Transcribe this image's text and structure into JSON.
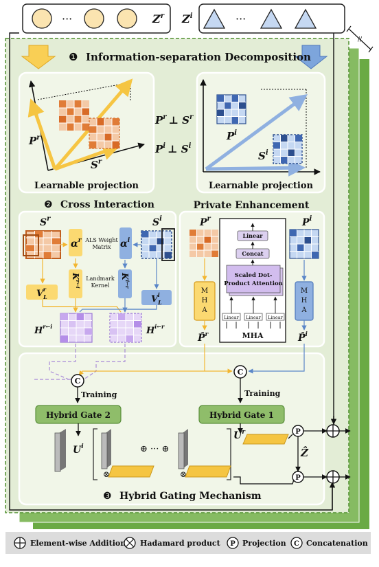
{
  "inputs": {
    "left_label": "Z",
    "left_sup": "r",
    "right_label": "Z",
    "right_sup": "i",
    "ellipsis": "···"
  },
  "colors": {
    "green_bg": "#e6eed9",
    "green_dark": "#6aaa44",
    "green_mid": "#9cc47e",
    "orange": "#e6823a",
    "yellow": "#f5c542",
    "blue": "#5a86c8",
    "lavender": "#b08ee0"
  },
  "section1": {
    "num": "❶",
    "title": "Information-separation Decomposition",
    "left_caption": "Learnable projection",
    "right_caption": "Learnable projection",
    "Pr": "P",
    "Pr_sup": "r",
    "Sr": "S",
    "Sr_sup": "r",
    "Pi": "P",
    "Pi_sup": "i",
    "Si": "S",
    "Si_sup": "i",
    "orth1": "P",
    "orth1_sup": "r",
    "orth1_mid": "⊥ S",
    "orth1_sup2": "r",
    "orth2": "P",
    "orth2_sup": "i",
    "orth2_mid": "⊥ S",
    "orth2_sup2": "i"
  },
  "section2": {
    "num": "❷",
    "title": "Cross Interaction",
    "Sr": "S",
    "Sr_sup": "r",
    "Si": "S",
    "Si_sup": "i",
    "alpha_r": "α",
    "alpha_r_sup": "r",
    "alpha_i": "α",
    "alpha_i_sup": "i",
    "als_line1": "ALS Weight",
    "als_line2": "Matrix",
    "landmark_line1": "Landmark",
    "landmark_line2": "Kernel",
    "Kr": "K",
    "Kr_sup": "r←i",
    "Ki": "K",
    "Ki_sup": "i←r",
    "VLr": "V",
    "VLr_sub": "L",
    "VLr_sup": "r",
    "VLi": "V",
    "VLi_sub": "L",
    "VLi_sup": "i",
    "Hr": "H",
    "Hr_sup": "r←i",
    "Hi": "H",
    "Hi_sup": "i←r"
  },
  "private": {
    "title": "Private Enhancement",
    "Pr": "P",
    "Pr_sup": "r",
    "Pi": "P",
    "Pi_sup": "i",
    "mha": "M\nH\nA",
    "mha_block_label": "MHA",
    "linear_top": "Linear",
    "concat": "Concat",
    "attn_line1": "Scaled Dot-",
    "attn_line2": "Product Attention",
    "linear_small": "Linear",
    "Phat_r": "P̂",
    "Phat_r_sup": "r",
    "Phat_i": "P̂",
    "Phat_i_sup": "i"
  },
  "section3": {
    "num": "❸",
    "title": "Hybrid Gating Mechanism",
    "concat_symbol": "C",
    "training1": "Training",
    "training2": "Training",
    "gate2": "Hybrid Gate 2",
    "gate1": "Hybrid Gate 1",
    "Ui": "U",
    "Ui_sup": "i",
    "Ur": "U",
    "Ur_sup": "r",
    "dots": "⊕ ··· ⊕",
    "Zhat": "Ẑ",
    "proj_symbol": "P"
  },
  "legend": [
    {
      "symbol": "⊕",
      "label": "Element-wise Addition"
    },
    {
      "symbol": "⊗",
      "label": "Hadamard product"
    },
    {
      "symbol": "P",
      "label": "Projection"
    },
    {
      "symbol": "C",
      "label": "Concatenation"
    }
  ]
}
